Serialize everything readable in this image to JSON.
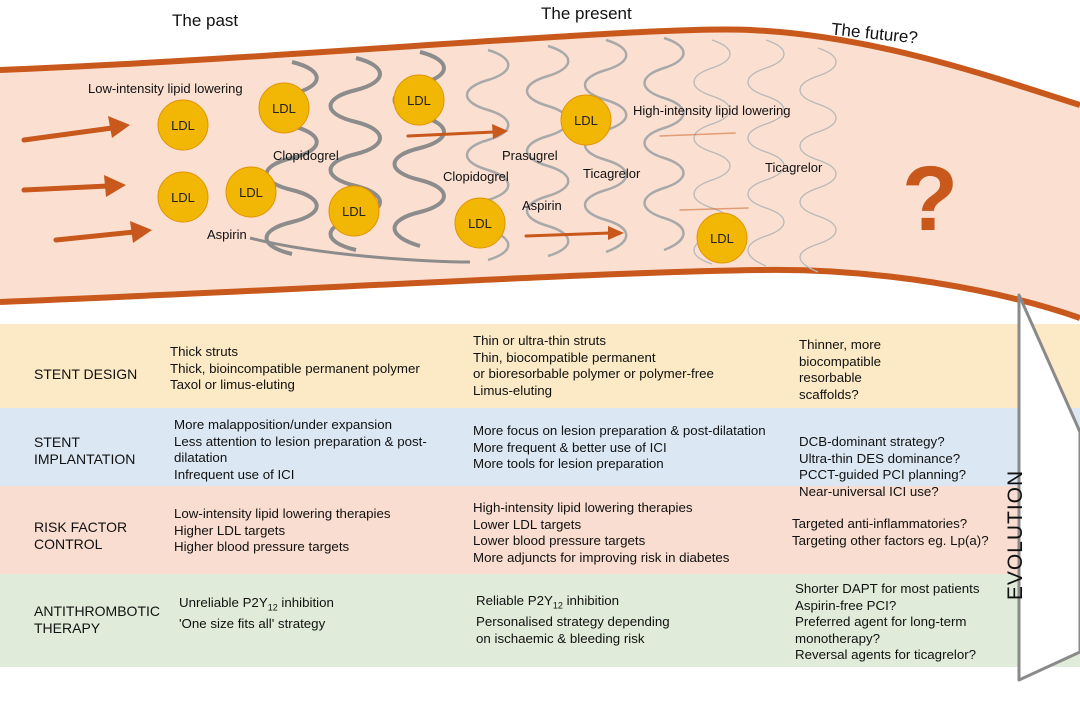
{
  "eras": {
    "past": "The past",
    "present": "The present",
    "future": "The future?"
  },
  "ldl_label": "LDL",
  "future_mark": "?",
  "drug_labels": {
    "past_lipid": "Low-intensity lipid lowering",
    "present_lipid": "High-intensity lipid lowering",
    "clopidogrel": "Clopidogrel",
    "aspirin": "Aspirin",
    "prasugrel": "Prasugrel",
    "ticagrelor": "Ticagrelor"
  },
  "evolution_label": "EVOLUTION",
  "colors": {
    "vessel_wall": "#c8581b",
    "vessel_fill": "#fbe0d2",
    "arrow": "#c8581b",
    "ldl": "#f2b705",
    "question_mark": "#c8581b",
    "row_stent_design": "#fbeac5",
    "row_stent_implantation": "#dbe8f3",
    "row_risk_factor": "#f8ddd0",
    "row_antithrombotic": "#e0ecd9",
    "evolution_arrow_border": "#8a8a8a"
  },
  "rows": [
    {
      "title": "STENT DESIGN",
      "past": [
        "Thick struts",
        "Thick, bioincompatible permanent polymer",
        "Taxol or limus-eluting"
      ],
      "present": [
        "Thin or ultra-thin struts",
        "Thin, biocompatible permanent",
        "or bioresorbable polymer or polymer-free",
        "Limus-eluting"
      ],
      "future": [
        "Thinner, more",
        "biocompatible",
        "resorbable",
        "scaffolds?"
      ]
    },
    {
      "title": "STENT\nIMPLANTATION",
      "past": [
        "More malapposition/under expansion",
        "Less attention to lesion preparation & post-",
        "dilatation",
        "Infrequent use of ICI"
      ],
      "present": [
        "More focus on lesion preparation & post-dilatation",
        "More frequent & better use of ICI",
        "More tools for lesion preparation"
      ],
      "future": [
        "DCB-dominant strategy?",
        "Ultra-thin DES dominance?",
        "PCCT-guided PCI planning?",
        "Near-universal ICI use?"
      ]
    },
    {
      "title": "RISK FACTOR\nCONTROL",
      "past": [
        "Low-intensity lipid lowering therapies",
        "Higher LDL targets",
        "Higher blood pressure targets"
      ],
      "present": [
        "High-intensity lipid lowering therapies",
        "Lower LDL targets",
        "Lower blood pressure targets",
        "More adjuncts for improving risk in diabetes"
      ],
      "future": [
        "Targeted anti-inflammatories?",
        "Targeting other factors eg. Lp(a)?"
      ]
    },
    {
      "title": "ANTITHROMBOTIC\nTHERAPY",
      "past": [
        "Unreliable P2Y",
        "'One size fits all' strategy"
      ],
      "past_sub": "12",
      "past_suffix": " inhibition",
      "present": [
        "Reliable P2Y",
        "Personalised strategy depending",
        "on ischaemic & bleeding risk"
      ],
      "present_sub": "12",
      "present_suffix": " inhibition",
      "future": [
        "Shorter DAPT for most patients",
        "Aspirin-free PCI?",
        "Preferred agent for long-term",
        "monotherapy?",
        "Reversal agents for ticagrelor?"
      ]
    }
  ]
}
